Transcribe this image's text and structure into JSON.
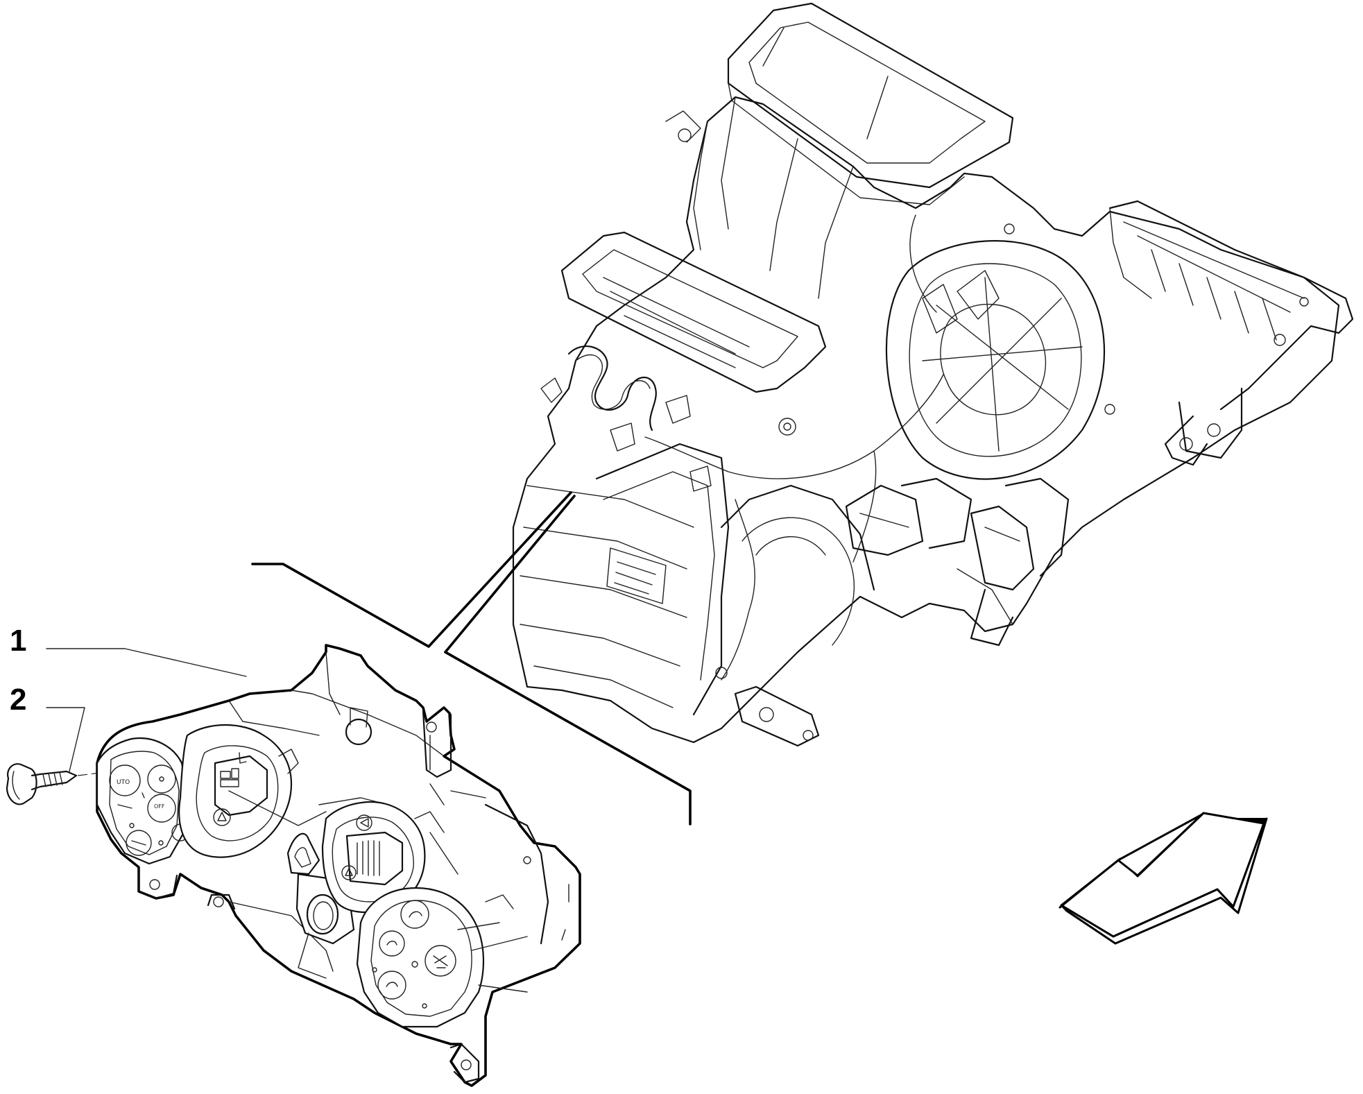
{
  "callouts": [
    {
      "number": "1",
      "part": "climate-control-panel"
    },
    {
      "number": "2",
      "part": "screw"
    }
  ],
  "icons": {
    "direction_arrow": "front-direction-arrow-icon"
  },
  "colors": {
    "line": "#000000",
    "background": "#ffffff"
  }
}
